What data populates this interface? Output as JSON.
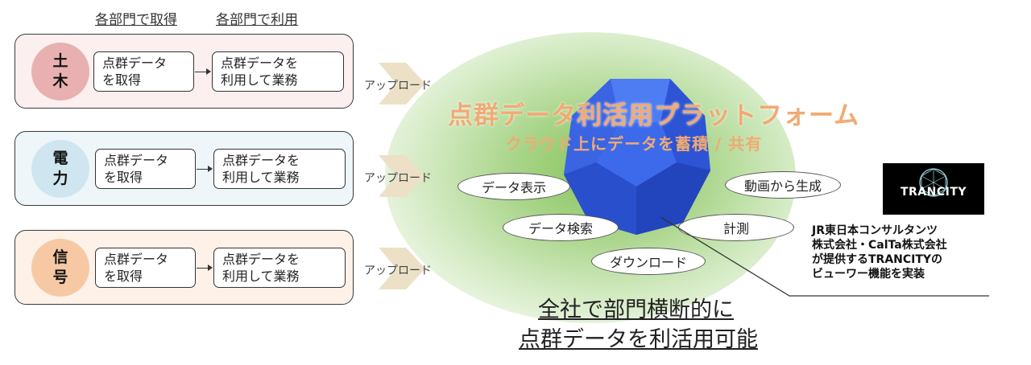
{
  "headers": {
    "acquire": "各部門で取得",
    "use": "各部門で利用"
  },
  "departments": [
    {
      "name_lines": [
        "土",
        "木"
      ],
      "color": "#e8b0b0",
      "bg": "#fbefef",
      "acquire_lines": [
        "点群データ",
        "を取得"
      ],
      "use_lines": [
        "点群データを",
        "利用して業務"
      ],
      "upload": "アップロード"
    },
    {
      "name_lines": [
        "電",
        "力"
      ],
      "color": "#cfe6f0",
      "bg": "#eef6f9",
      "acquire_lines": [
        "点群データ",
        "を取得"
      ],
      "use_lines": [
        "点群データを",
        "利用して業務"
      ],
      "upload": "アップロード"
    },
    {
      "name_lines": [
        "信",
        "号"
      ],
      "color": "#f6c9a4",
      "bg": "#fdf1e8",
      "acquire_lines": [
        "点群データ",
        "を取得"
      ],
      "use_lines": [
        "点群データを",
        "利用して業務"
      ],
      "upload": "アップロード"
    }
  ],
  "platform": {
    "title": "点群データ利活用プラットフォーム",
    "subtitle": "クラウド上にデータを蓄積 / 共有",
    "title_color": "#f0aa74",
    "cube_color": "#3a63e6"
  },
  "features": {
    "data_display": "データ表示",
    "generate_from_video": "動画から生成",
    "data_search": "データ検索",
    "measure": "計測",
    "download": "ダウンロード"
  },
  "provider": {
    "logo": "TRANCITY",
    "lines": [
      "JR東日本コンサルタンツ",
      "株式会社・CalTa株式会社",
      "が提供するTRANCITYの",
      "ビューワー機能を実装"
    ]
  },
  "conclusion": {
    "line1": "全社で部門横断的に",
    "line2": "点群データを利活用可能"
  }
}
